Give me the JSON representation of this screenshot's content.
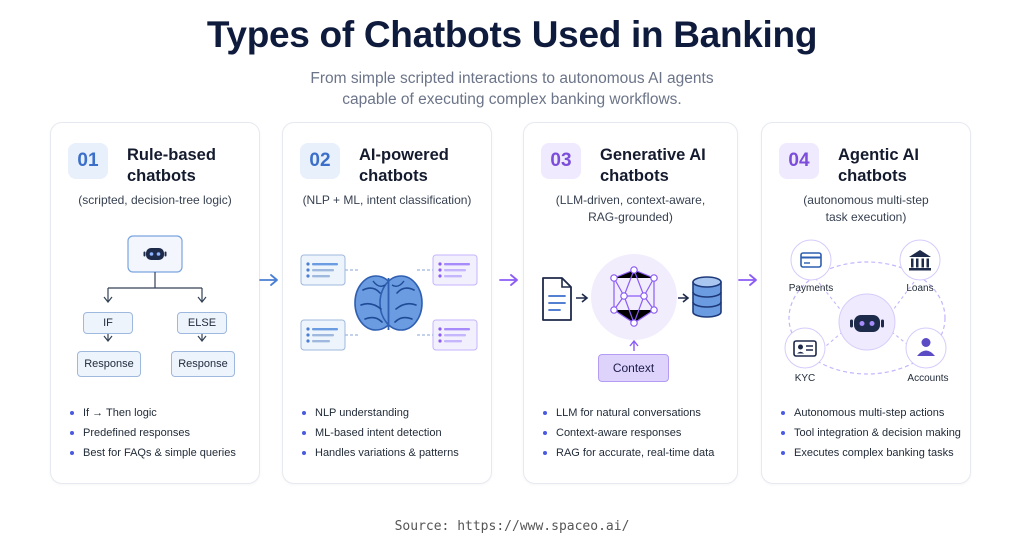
{
  "title": "Types of Chatbots Used in Banking",
  "subtitle_line1": "From simple scripted interactions to autonomous AI agents",
  "subtitle_line2": "capable of executing complex banking workflows.",
  "colors": {
    "blue": "#4a7fd4",
    "purple": "#8b5cf6",
    "navy": "#0f1b3d"
  },
  "cards": [
    {
      "number": "01",
      "title_line1": "Rule-based",
      "title_line2": "chatbots",
      "subtitle_line1": "(scripted, decision-tree logic)",
      "diagram": {
        "if_label": "IF",
        "else_label": "ELSE",
        "response_left": "Response",
        "response_right": "Response"
      },
      "bullets": [
        "If → Then logic",
        "Predefined responses",
        "Best for FAQs & simple queries"
      ]
    },
    {
      "number": "02",
      "title_line1": "AI-powered",
      "title_line2": "chatbots",
      "subtitle_line1": "(NLP + ML, intent classification)",
      "bullets": [
        "NLP understanding",
        "ML-based intent detection",
        "Handles variations & patterns"
      ]
    },
    {
      "number": "03",
      "title_line1": "Generative AI",
      "title_line2": "chatbots",
      "subtitle_line1": "(LLM-driven, context-aware,",
      "subtitle_line2": "RAG-grounded)",
      "diagram": {
        "context_label": "Context"
      },
      "bullets": [
        "LLM for natural conversations",
        "Context-aware responses",
        "RAG for accurate, real-time data"
      ]
    },
    {
      "number": "04",
      "title_line1": "Agentic AI",
      "title_line2": "chatbots",
      "subtitle_line1": "(autonomous multi-step",
      "subtitle_line2": "task execution)",
      "diagram": {
        "payments": "Payments",
        "loans": "Loans",
        "kyc": "KYC",
        "accounts": "Accounts"
      },
      "bullets": [
        "Autonomous multi-step actions",
        "Tool integration & decision making",
        "Executes complex banking tasks"
      ]
    }
  ],
  "source": "Source: https://www.spaceo.ai/"
}
